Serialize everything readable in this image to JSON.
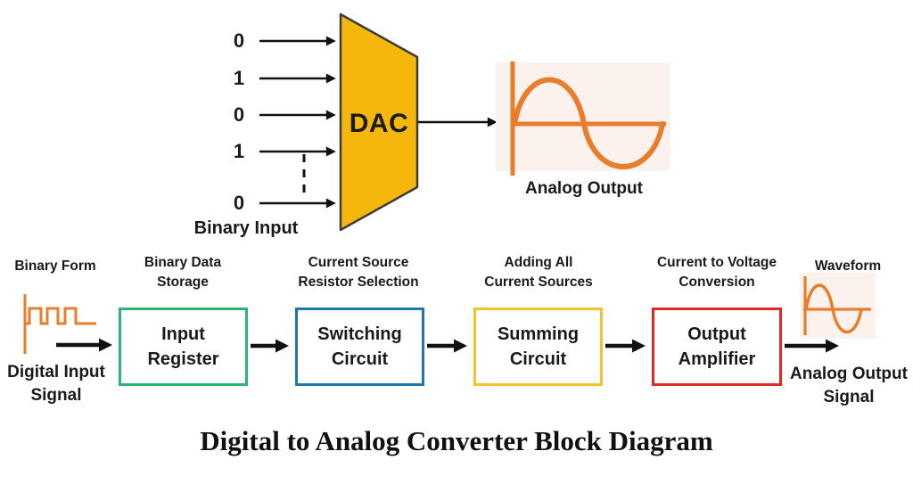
{
  "title": "Digital to Analog Converter Block Diagram",
  "colors": {
    "dac_fill": "#F5B70C",
    "dac_stroke": "#3D3D3D",
    "wave_orange": "#E87E2B",
    "arrow_black": "#111111",
    "wave_bg_tint": "#FBF2EE",
    "input_register_border": "#2BB673",
    "switching_border": "#2176AE",
    "summing_border": "#F2C230",
    "amplifier_border": "#E32726"
  },
  "dac_section": {
    "binary_bits": [
      "0",
      "1",
      "0",
      "1",
      "0"
    ],
    "binary_input_label": "Binary Input",
    "dac_label": "DAC",
    "analog_output_label": "Analog Output"
  },
  "flow_section": {
    "source": {
      "caption": "Binary Form",
      "signal_label": "Digital Input Signal"
    },
    "blocks": [
      {
        "caption": "Binary Data Storage",
        "label": "Input Register",
        "border_color": "#2BB673"
      },
      {
        "caption": "Current Source Resistor Selection",
        "label": "Switching Circuit",
        "border_color": "#2176AE"
      },
      {
        "caption": "Adding All Current Sources",
        "label": "Summing Circuit",
        "border_color": "#F2C230"
      },
      {
        "caption": "Current to Voltage Conversion",
        "label": "Output Amplifier",
        "border_color": "#E32726"
      }
    ],
    "sink": {
      "caption": "Waveform",
      "signal_label": "Analog Output Signal"
    }
  }
}
